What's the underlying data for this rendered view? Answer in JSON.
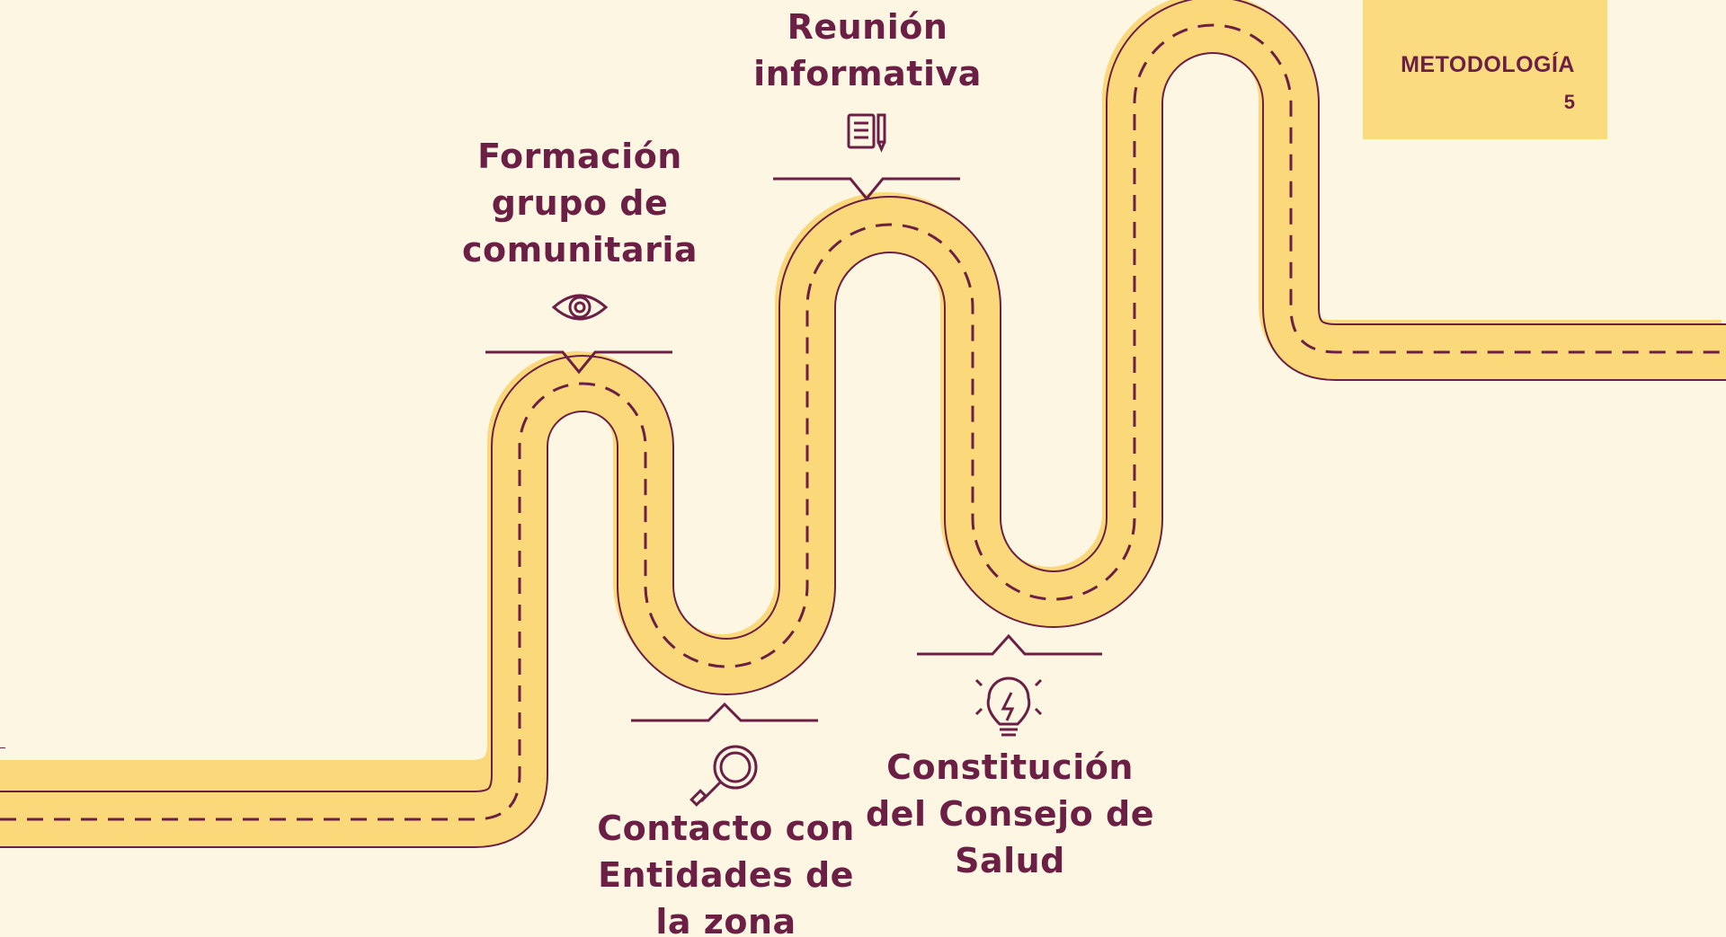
{
  "badge": {
    "title": "METODOLOGÍA",
    "number": "5"
  },
  "milestones": {
    "formacion": {
      "line1": "Formación",
      "line2": "grupo de",
      "line3": "comunitaria",
      "icon": "eye-icon"
    },
    "reunion": {
      "line1": "Reunión",
      "line2": "informativa",
      "icon": "document-pencil-icon"
    },
    "contacto": {
      "line1": "Contacto con",
      "line2": "Entidades de",
      "line3": "la zona",
      "icon": "magnifier-icon"
    },
    "constitucion": {
      "line1": "Constitución",
      "line2": "del Consejo de",
      "line3": "Salud",
      "icon": "lightbulb-icon"
    }
  },
  "colors": {
    "background": "#fdf6e3",
    "road": "#fbd97a",
    "outline": "#6b1f45",
    "badge": "#fbdb7f"
  }
}
